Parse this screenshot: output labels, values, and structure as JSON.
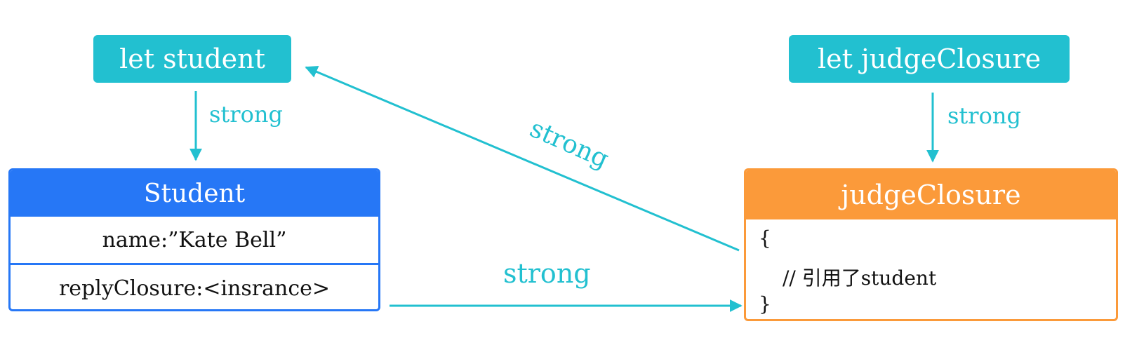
{
  "variables": {
    "student": "let student",
    "judge_closure": "let judgeClosure"
  },
  "student_class": {
    "title": "Student",
    "name_row": "name:”Kate Bell”",
    "reply_row": "replyClosure:<insrance>"
  },
  "judge_closure_card": {
    "title": "judgeClosure",
    "open_brace": "{",
    "comment": "// 引用了student",
    "close_brace": "}"
  },
  "edges": {
    "student_var_to_class": "strong",
    "judge_var_to_closure": "strong",
    "closure_to_student_var": "strong",
    "reply_to_closure": "strong"
  },
  "colors": {
    "teal": "#22c0d0",
    "blue": "#2677f6",
    "orange": "#fb9a3a"
  }
}
